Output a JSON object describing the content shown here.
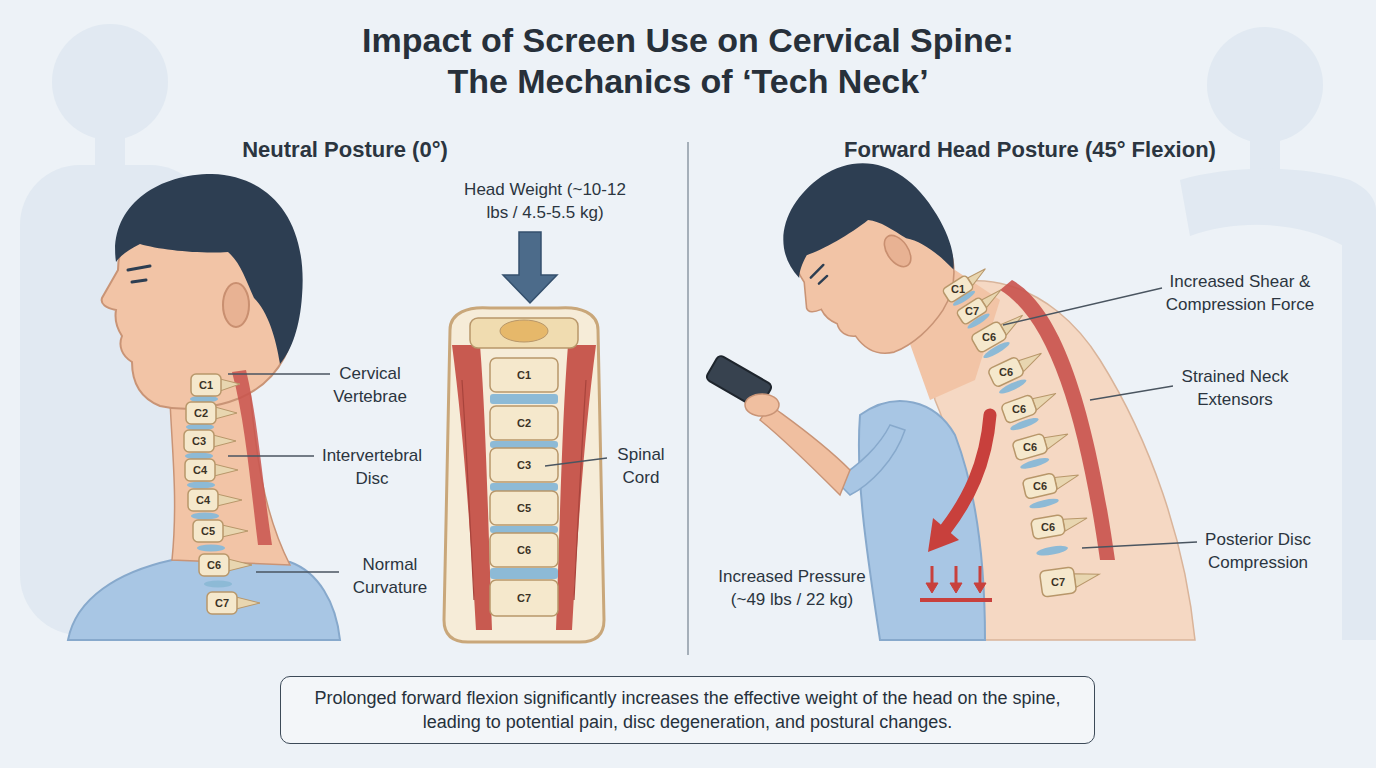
{
  "diagram": {
    "title": "Impact of Screen Use on Cervical Spine: The Mechanics of ‘Tech Neck’",
    "caption": "Prolonged forward flexion significantly increases the effective weight of the head on the spine, leading to potential pain, disc degeneration, and postural changes.",
    "labels": [
      "Neutral Posture (0°)",
      "Head Weight (~10-12 lbs / 4.5-5.5 kg)",
      "C1",
      "C2",
      "C3",
      "C4",
      "C4",
      "C5",
      "C6",
      "C7",
      "Cervical Vertebrae",
      "Intervertebral Disc",
      "C1",
      "C2",
      "C3",
      "C5",
      "C6",
      "C7",
      "Spinal Cord",
      "Normal Curvature",
      "Forward Head Posture (45° Flexion)",
      "C1",
      "C7",
      "C6",
      "C6",
      "C6",
      "C6",
      "C6",
      "C6",
      "C7",
      "Increased Shear & Compression Force",
      "Strained Neck Extensors",
      "Posterior Disc Compression",
      "Increased Pressure (~49 lbs / 22 kg)"
    ]
  }
}
